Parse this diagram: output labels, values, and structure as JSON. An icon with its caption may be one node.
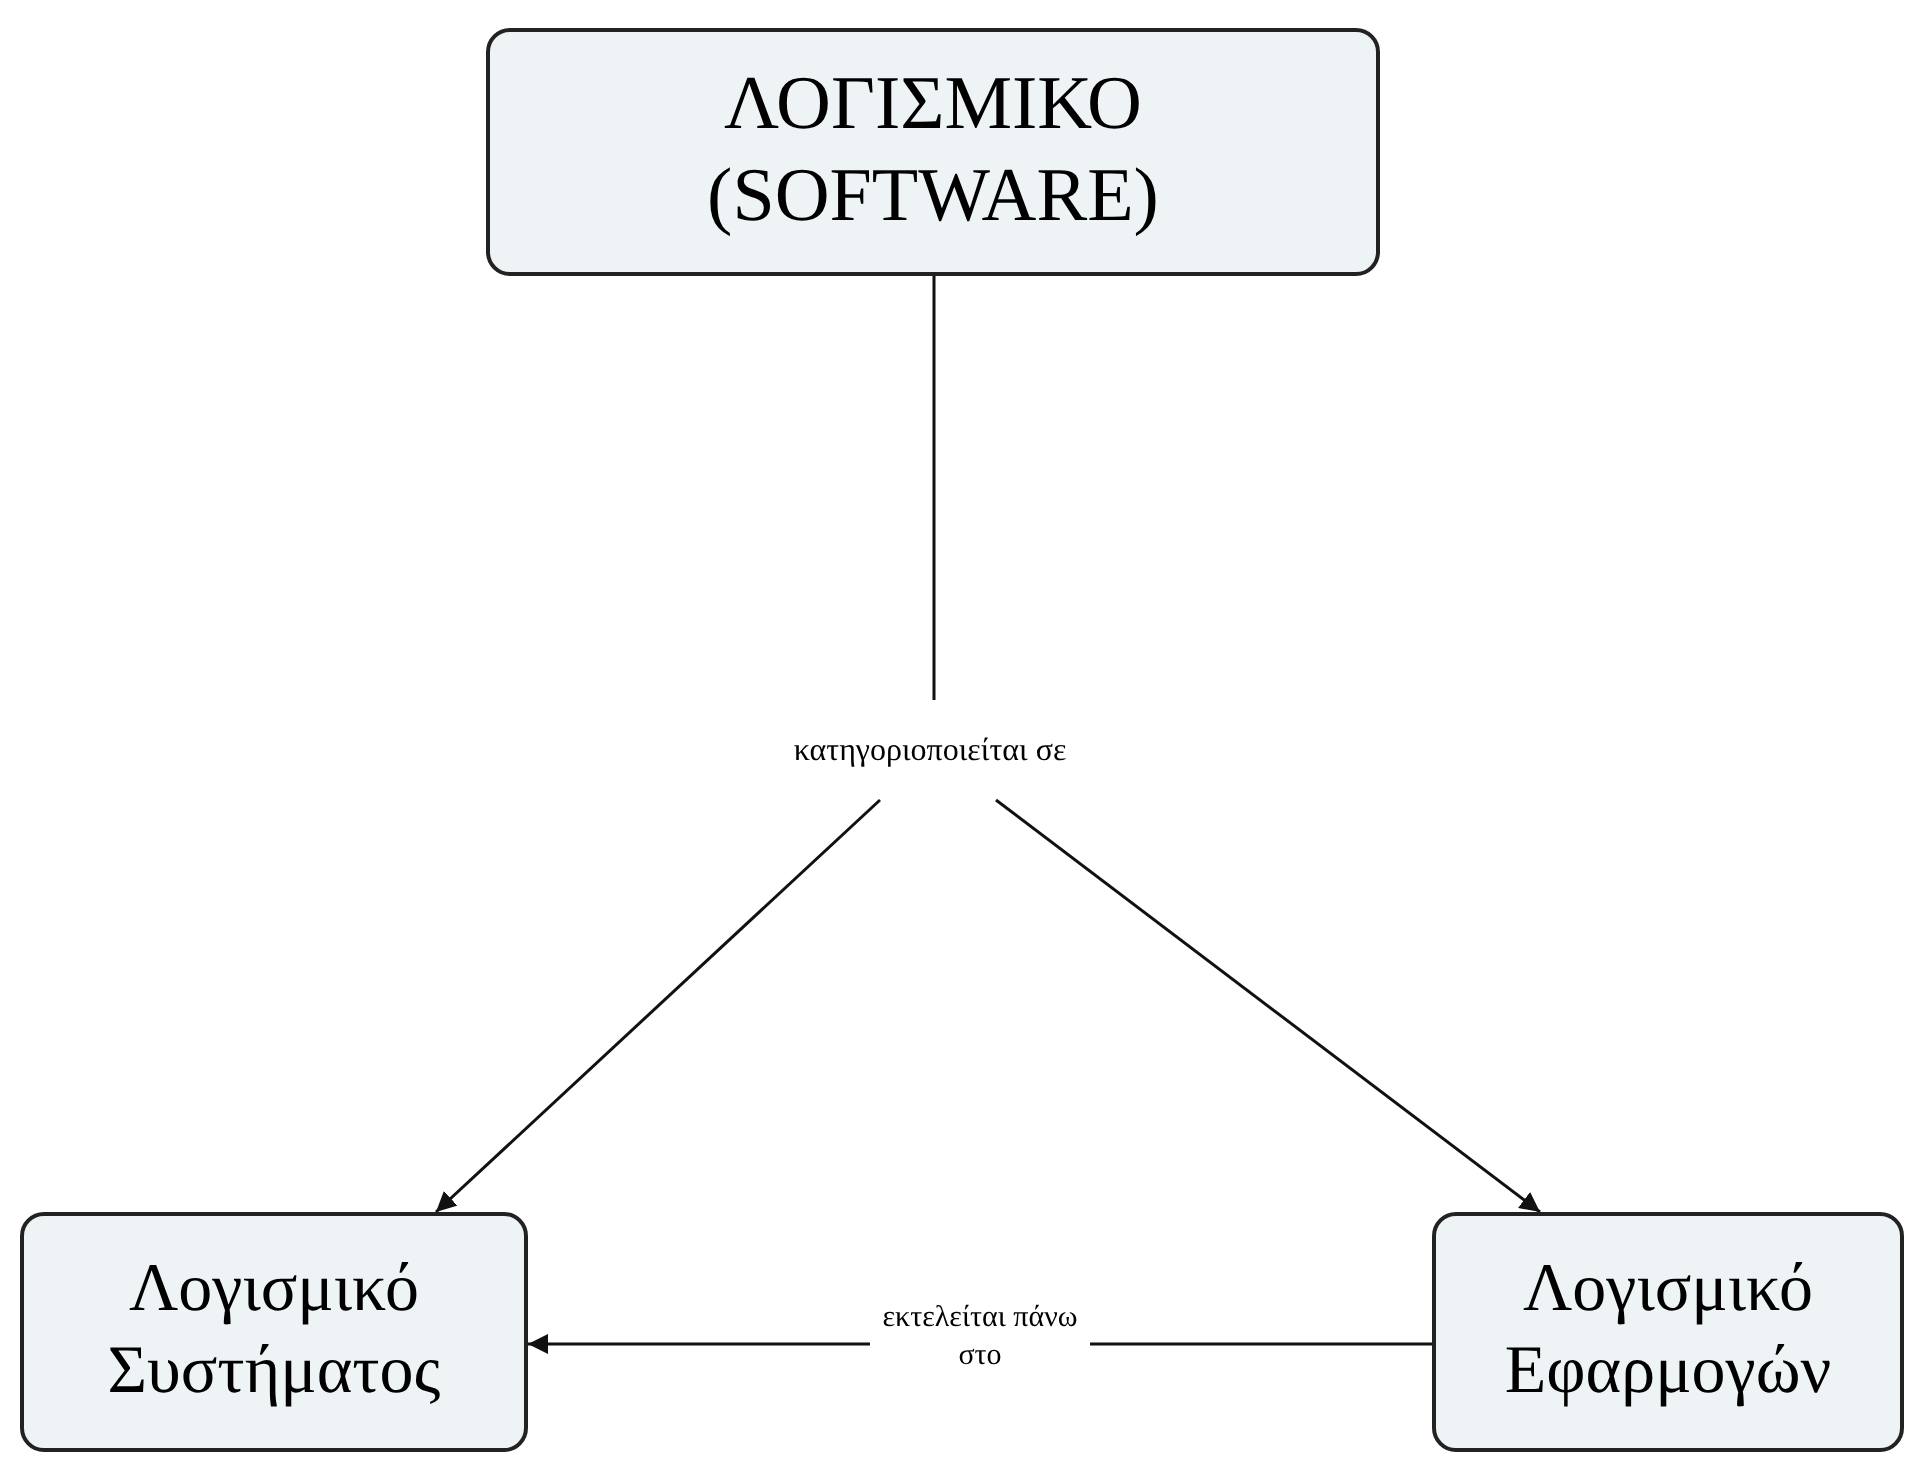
{
  "diagram": {
    "nodes": [
      {
        "text": [
          "ΛΟΓΙΣΜΙΚΟ (SOFTWARE)"
        ]
      },
      {
        "text": [
          "κατηγοριοποιείται σε"
        ]
      },
      {
        "text": [
          "Λογισμικό Συστήματος"
        ]
      },
      {
        "text": [
          "Λογισμικό Εφαρμογών"
        ]
      }
    ],
    "edges": [
      {
        "from": 0,
        "to": 1,
        "arrow": "none"
      },
      {
        "from": 1,
        "to": 2,
        "arrow": "to"
      },
      {
        "from": 1,
        "to": 3,
        "arrow": "to"
      },
      {
        "from": 3,
        "to": 2,
        "arrow": "to",
        "label": "εκτελείται πάνω στο"
      }
    ]
  }
}
